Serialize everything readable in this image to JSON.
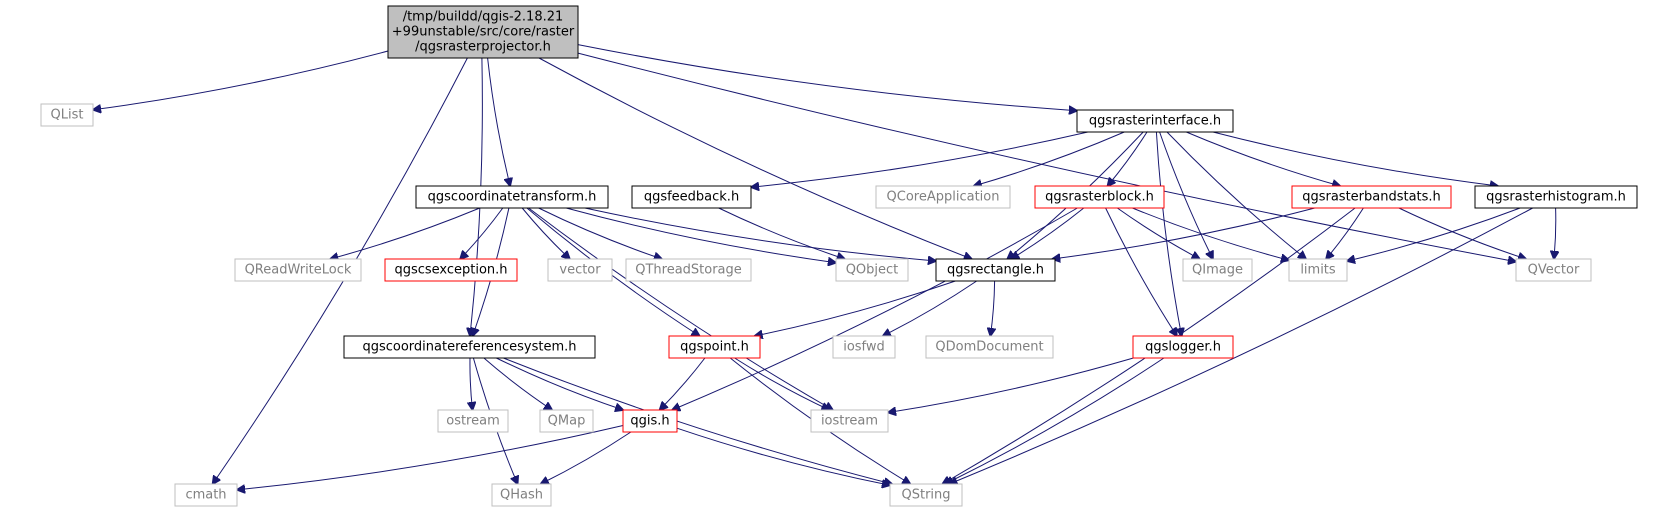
{
  "graph": {
    "colors": {
      "edge": "#191970",
      "root_fill": "#bfbfbf",
      "root_stroke": "#000000",
      "header_stroke": "#000000",
      "partial_stroke": "#ff0000",
      "external_stroke": "#bfbfbf",
      "normal_text": "#000000",
      "external_text": "#808080"
    },
    "nodes": [
      {
        "id": "root",
        "kind": "root",
        "lines": [
          "/tmp/buildd/qgis-2.18.21",
          "+99unstable/src/core/raster",
          "/qgsrasterprojector.h"
        ]
      },
      {
        "id": "qlist",
        "kind": "external",
        "lines": [
          "QList"
        ]
      },
      {
        "id": "qgsrasterinterface",
        "kind": "header",
        "lines": [
          "qgsrasterinterface.h"
        ]
      },
      {
        "id": "qgscoordinatetransform",
        "kind": "header",
        "lines": [
          "qgscoordinatetransform.h"
        ]
      },
      {
        "id": "qgsfeedback",
        "kind": "header",
        "lines": [
          "qgsfeedback.h"
        ]
      },
      {
        "id": "qcoreapplication",
        "kind": "external",
        "lines": [
          "QCoreApplication"
        ]
      },
      {
        "id": "qgsrasterblock",
        "kind": "partial",
        "lines": [
          "qgsrasterblock.h"
        ]
      },
      {
        "id": "qgsrasterbandstats",
        "kind": "partial",
        "lines": [
          "qgsrasterbandstats.h"
        ]
      },
      {
        "id": "qgsrasterhistogram",
        "kind": "header",
        "lines": [
          "qgsrasterhistogram.h"
        ]
      },
      {
        "id": "qreadwritelock",
        "kind": "external",
        "lines": [
          "QReadWriteLock"
        ]
      },
      {
        "id": "qgscsexception",
        "kind": "partial",
        "lines": [
          "qgscsexception.h"
        ]
      },
      {
        "id": "vector",
        "kind": "external",
        "lines": [
          "vector"
        ]
      },
      {
        "id": "qthreadstorage",
        "kind": "external",
        "lines": [
          "QThreadStorage"
        ]
      },
      {
        "id": "qobject",
        "kind": "external",
        "lines": [
          "QObject"
        ]
      },
      {
        "id": "qgsrectangle",
        "kind": "header",
        "lines": [
          "qgsrectangle.h"
        ]
      },
      {
        "id": "qimage",
        "kind": "external",
        "lines": [
          "QImage"
        ]
      },
      {
        "id": "limits",
        "kind": "external",
        "lines": [
          "limits"
        ]
      },
      {
        "id": "qvector",
        "kind": "external",
        "lines": [
          "QVector"
        ]
      },
      {
        "id": "qgscoordinatereferencesystem",
        "kind": "header",
        "lines": [
          "qgscoordinatereferencesystem.h"
        ]
      },
      {
        "id": "qgspoint",
        "kind": "partial",
        "lines": [
          "qgspoint.h"
        ]
      },
      {
        "id": "iosfwd",
        "kind": "external",
        "lines": [
          "iosfwd"
        ]
      },
      {
        "id": "qdomdocument",
        "kind": "external",
        "lines": [
          "QDomDocument"
        ]
      },
      {
        "id": "qgslogger",
        "kind": "partial",
        "lines": [
          "qgslogger.h"
        ]
      },
      {
        "id": "ostream",
        "kind": "external",
        "lines": [
          "ostream"
        ]
      },
      {
        "id": "qmap",
        "kind": "external",
        "lines": [
          "QMap"
        ]
      },
      {
        "id": "qgis",
        "kind": "partial",
        "lines": [
          "qgis.h"
        ]
      },
      {
        "id": "iostream",
        "kind": "external",
        "lines": [
          "iostream"
        ]
      },
      {
        "id": "cmath",
        "kind": "external",
        "lines": [
          "cmath"
        ]
      },
      {
        "id": "qhash",
        "kind": "external",
        "lines": [
          "QHash"
        ]
      },
      {
        "id": "qstring",
        "kind": "external",
        "lines": [
          "QString"
        ]
      }
    ],
    "edges": [
      {
        "from": "root",
        "to": "qlist"
      },
      {
        "from": "root",
        "to": "qgsrasterinterface"
      },
      {
        "from": "root",
        "to": "qgscoordinatetransform"
      },
      {
        "from": "root",
        "to": "qgsrectangle"
      },
      {
        "from": "root",
        "to": "qgscoordinatereferencesystem"
      },
      {
        "from": "root",
        "to": "cmath"
      },
      {
        "from": "root",
        "to": "qvector"
      },
      {
        "from": "qgsrasterinterface",
        "to": "qgsfeedback"
      },
      {
        "from": "qgsrasterinterface",
        "to": "qcoreapplication"
      },
      {
        "from": "qgsrasterinterface",
        "to": "qgsrasterblock"
      },
      {
        "from": "qgsrasterinterface",
        "to": "qgsrasterbandstats"
      },
      {
        "from": "qgsrasterinterface",
        "to": "qgsrasterhistogram"
      },
      {
        "from": "qgsrasterinterface",
        "to": "qgsrectangle"
      },
      {
        "from": "qgsrasterinterface",
        "to": "qimage"
      },
      {
        "from": "qgsrasterinterface",
        "to": "limits"
      },
      {
        "from": "qgsrasterinterface",
        "to": "qgslogger"
      },
      {
        "from": "qgscoordinatetransform",
        "to": "qreadwritelock"
      },
      {
        "from": "qgscoordinatetransform",
        "to": "qgscsexception"
      },
      {
        "from": "qgscoordinatetransform",
        "to": "vector"
      },
      {
        "from": "qgscoordinatetransform",
        "to": "qthreadstorage"
      },
      {
        "from": "qgscoordinatetransform",
        "to": "qobject"
      },
      {
        "from": "qgscoordinatetransform",
        "to": "qgsrectangle"
      },
      {
        "from": "qgscoordinatetransform",
        "to": "qgscoordinatereferencesystem"
      },
      {
        "from": "qgscoordinatetransform",
        "to": "qgspoint"
      },
      {
        "from": "qgscoordinatetransform",
        "to": "iostream"
      },
      {
        "from": "qgsfeedback",
        "to": "qobject"
      },
      {
        "from": "qgsrasterblock",
        "to": "qgsrectangle"
      },
      {
        "from": "qgsrasterblock",
        "to": "qimage"
      },
      {
        "from": "qgsrasterblock",
        "to": "limits"
      },
      {
        "from": "qgsrasterblock",
        "to": "qgslogger"
      },
      {
        "from": "qgsrasterblock",
        "to": "qgis"
      },
      {
        "from": "qgsrasterbandstats",
        "to": "qgsrectangle"
      },
      {
        "from": "qgsrasterbandstats",
        "to": "limits"
      },
      {
        "from": "qgsrasterbandstats",
        "to": "qvector"
      },
      {
        "from": "qgsrasterbandstats",
        "to": "qstring"
      },
      {
        "from": "qgsrasterhistogram",
        "to": "limits"
      },
      {
        "from": "qgsrasterhistogram",
        "to": "qvector"
      },
      {
        "from": "qgsrasterhistogram",
        "to": "qstring"
      },
      {
        "from": "qgsrectangle",
        "to": "qgspoint"
      },
      {
        "from": "qgsrectangle",
        "to": "iosfwd"
      },
      {
        "from": "qgsrectangle",
        "to": "qdomdocument"
      },
      {
        "from": "qgscoordinatereferencesystem",
        "to": "ostream"
      },
      {
        "from": "qgscoordinatereferencesystem",
        "to": "qmap"
      },
      {
        "from": "qgscoordinatereferencesystem",
        "to": "qgis"
      },
      {
        "from": "qgscoordinatereferencesystem",
        "to": "qhash"
      },
      {
        "from": "qgscoordinatereferencesystem",
        "to": "qstring"
      },
      {
        "from": "qgspoint",
        "to": "qgis"
      },
      {
        "from": "qgspoint",
        "to": "iostream"
      },
      {
        "from": "qgspoint",
        "to": "qstring"
      },
      {
        "from": "qgslogger",
        "to": "iostream"
      },
      {
        "from": "qgslogger",
        "to": "qstring"
      },
      {
        "from": "qgis",
        "to": "cmath"
      },
      {
        "from": "qgis",
        "to": "qhash"
      },
      {
        "from": "qgis",
        "to": "qstring"
      }
    ]
  }
}
